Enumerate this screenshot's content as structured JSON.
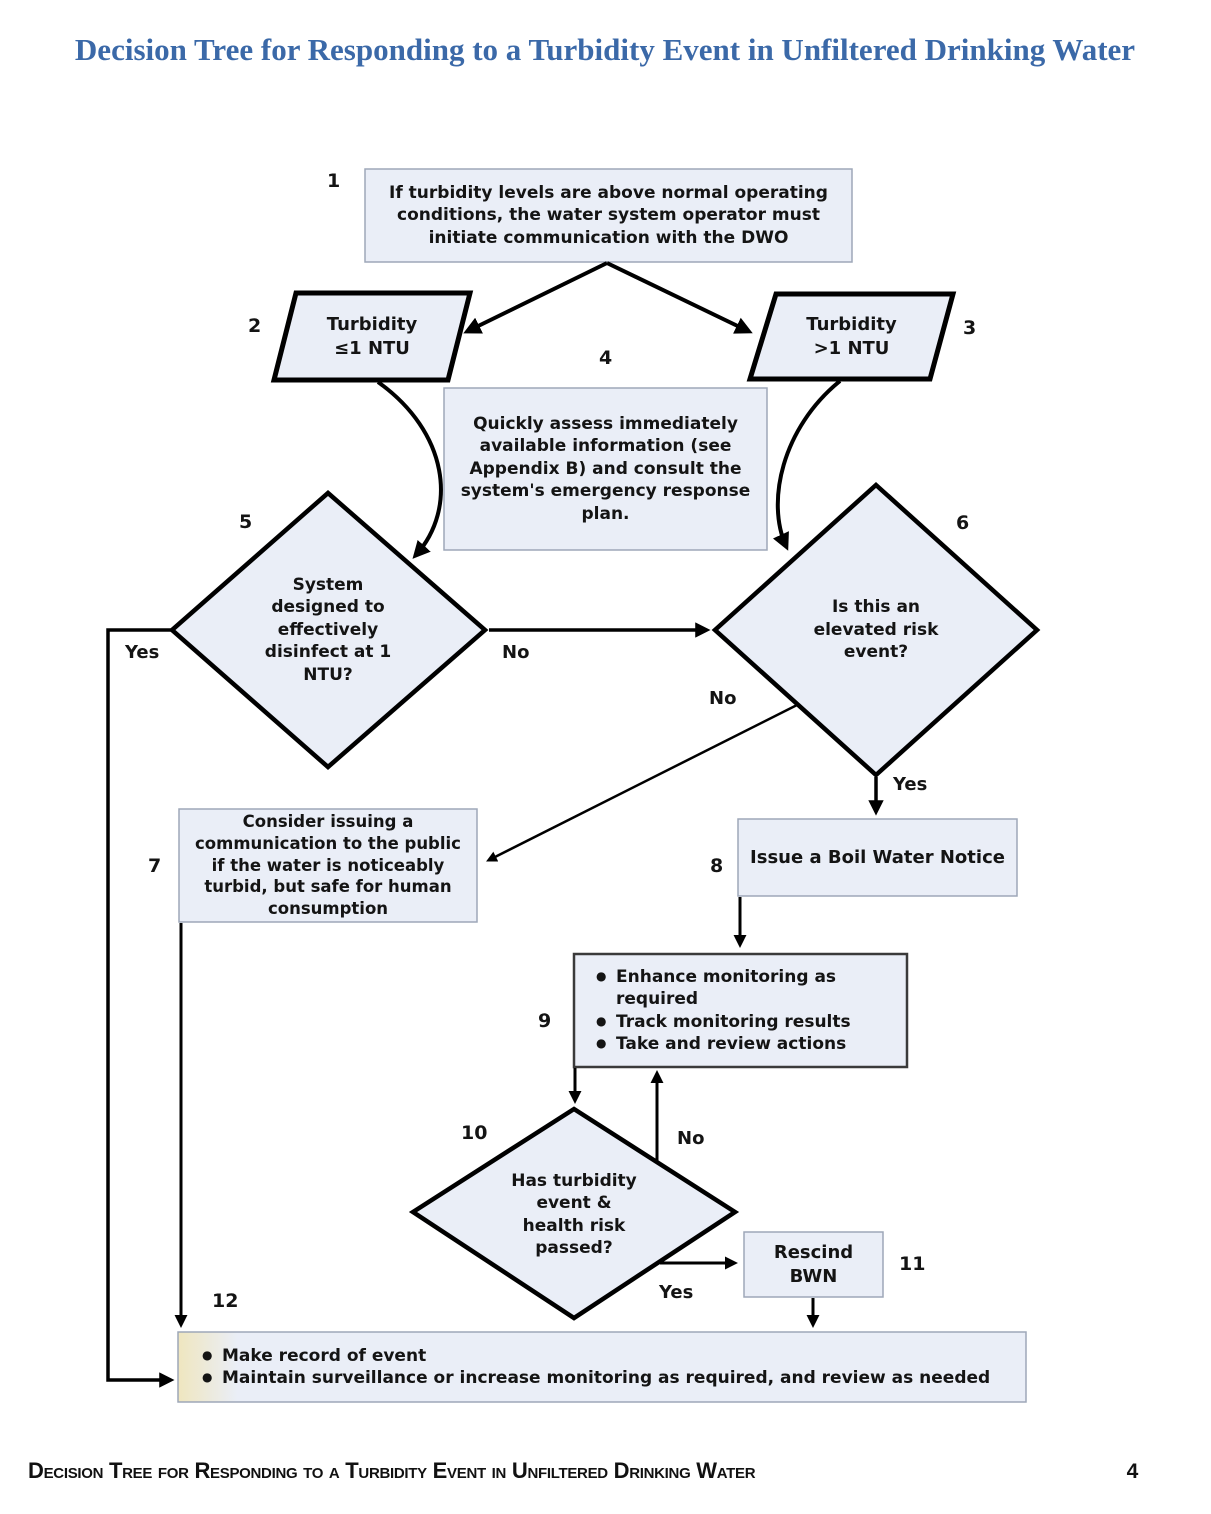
{
  "page": {
    "title": "Decision Tree for Responding to a Turbidity Event in Unfiltered Drinking Water",
    "footer_text": "Decision Tree for Responding to a Turbidity Event in Unfiltered Drinking Water",
    "page_number": "4"
  },
  "colors": {
    "title_blue": "#3b69a8",
    "node_fill": "#eaeef7",
    "thin_border": "#9ea7b8",
    "shape_stroke": "#000000",
    "box12_left_tint": "#efe6bf"
  },
  "nodes": {
    "n1": {
      "number": "1",
      "shape": "rectangle",
      "text": "If turbidity levels are above normal operating conditions, the water system operator must initiate communication with the DWO"
    },
    "n2": {
      "number": "2",
      "shape": "parallelogram",
      "lines": [
        "Turbidity",
        "≤1 NTU"
      ]
    },
    "n3": {
      "number": "3",
      "shape": "parallelogram",
      "lines": [
        "Turbidity",
        ">1 NTU"
      ]
    },
    "n4": {
      "number": "4",
      "shape": "rectangle",
      "text": "Quickly assess immediately available information (see Appendix B) and consult the system's emergency response plan."
    },
    "n5": {
      "number": "5",
      "shape": "diamond",
      "text": "System designed to effectively disinfect at 1 NTU?"
    },
    "n6": {
      "number": "6",
      "shape": "diamond",
      "text": "Is this an elevated risk event?"
    },
    "n7": {
      "number": "7",
      "shape": "rectangle",
      "text": "Consider issuing a communication to the public if the water is noticeably turbid, but safe for human consumption"
    },
    "n8": {
      "number": "8",
      "shape": "rectangle",
      "text": "Issue a Boil Water Notice"
    },
    "n9": {
      "number": "9",
      "shape": "rectangle",
      "items": [
        "Enhance monitoring as required",
        "Track monitoring results",
        "Take and review actions"
      ]
    },
    "n10": {
      "number": "10",
      "shape": "diamond",
      "text": "Has turbidity event & health risk passed?"
    },
    "n11": {
      "number": "11",
      "shape": "rectangle",
      "lines": [
        "Rescind",
        "BWN"
      ]
    },
    "n12": {
      "number": "12",
      "shape": "rectangle",
      "items": [
        "Make record of event",
        "Maintain surveillance or increase monitoring as required, and review as needed"
      ]
    }
  },
  "edge_labels": {
    "d5_yes": "Yes",
    "d5_no": "No",
    "d6_no": "No",
    "d6_yes": "Yes",
    "d10_no": "No",
    "d10_yes": "Yes"
  }
}
